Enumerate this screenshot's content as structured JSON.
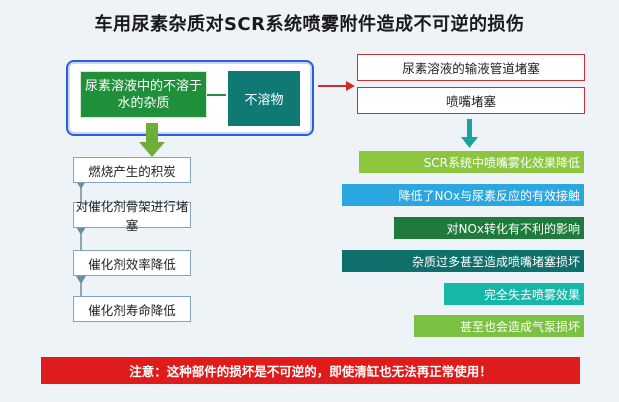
{
  "title": "车用尿素杂质对SCR系统喷雾附件造成不可逆的损伤",
  "sources": {
    "impurity": "尿素溶液中的不溶于水的杂质",
    "insoluble": "不溶物"
  },
  "left_chain": [
    "燃烧产生的积炭",
    "对催化剂骨架进行堵塞",
    "催化剂效率降低",
    "催化剂寿命降低"
  ],
  "right_blockages": [
    "尿素溶液的输液管道堵塞",
    "喷嘴堵塞"
  ],
  "effects": [
    {
      "text": "SCR系统中喷嘴雾化效果降低",
      "color": "#8cc63f"
    },
    {
      "text": "降低了NOx与尿素反应的有效接触",
      "color": "#2aa6e0"
    },
    {
      "text": "对NOx转化有不利的影响",
      "color": "#1f7a3b"
    },
    {
      "text": "杂质过多甚至造成喷嘴堵塞损坏",
      "color": "#0f6f6a"
    },
    {
      "text": "完全失去喷雾效果",
      "color": "#16b6a8"
    },
    {
      "text": "甚至也会造成气泵损坏",
      "color": "#7cc242"
    }
  ],
  "notice": "注意：这种部件的损坏是不可逆的，即使清缸也无法再正常使用！"
}
